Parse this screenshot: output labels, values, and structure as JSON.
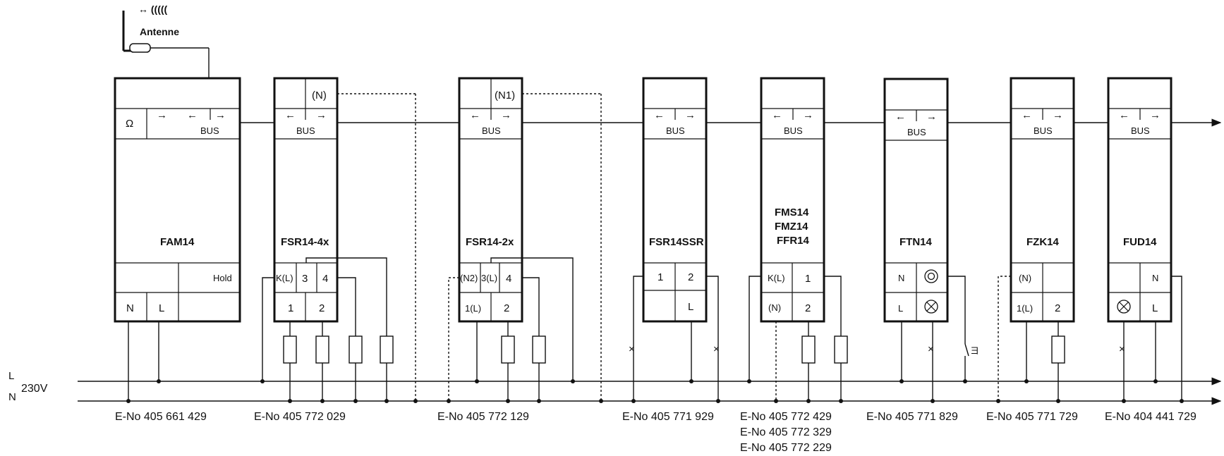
{
  "antenna": {
    "label": "Antenne",
    "signal": "↔ ((((("
  },
  "supply": {
    "L": "L",
    "N": "N",
    "voltage": "230V"
  },
  "modules": [
    {
      "id": "fam14",
      "name": "FAM14",
      "top": [
        "Ω",
        "→",
        "←",
        "→"
      ],
      "bus": "BUS",
      "hold": "Hold",
      "bottom": [
        "N",
        "L"
      ],
      "eno": "E-No 405 661 429"
    },
    {
      "id": "fsr14-4x",
      "name": "FSR14-4x",
      "top": "(N)",
      "bus": "BUS",
      "mid": [
        "K(L)",
        "3",
        "4"
      ],
      "bottom": [
        "1",
        "2"
      ],
      "eno": "E-No 405 772 029"
    },
    {
      "id": "fsr14-2x",
      "name": "FSR14-2x",
      "top": "(N1)",
      "bus": "BUS",
      "mid": [
        "(N2)",
        "3(L)",
        "4"
      ],
      "bottom": [
        "1(L)",
        "2"
      ],
      "eno": "E-No 405 772 129"
    },
    {
      "id": "fsr14ssr",
      "name": "FSR14SSR",
      "bus": "BUS",
      "mid": [
        "1",
        "2"
      ],
      "bottom": [
        "L"
      ],
      "eno": "E-No 405 771 929"
    },
    {
      "id": "fms14",
      "name": [
        "FMS14",
        "FMZ14",
        "FFR14"
      ],
      "bus": "BUS",
      "mid": [
        "K(L)",
        "1"
      ],
      "bottom": [
        "(N)",
        "2"
      ],
      "eno": [
        "E-No 405 772 429",
        "E-No 405 772 329",
        "E-No 405 772 229"
      ]
    },
    {
      "id": "ftn14",
      "name": "FTN14",
      "bus": "BUS",
      "mid": [
        "N"
      ],
      "bottom": [
        "L"
      ],
      "eno": "E-No 405 771 829"
    },
    {
      "id": "fzk14",
      "name": "FZK14",
      "bus": "BUS",
      "mid": [
        "(N)"
      ],
      "bottom": [
        "1(L)",
        "2"
      ],
      "eno": "E-No 405 771 729"
    },
    {
      "id": "fud14",
      "name": "FUD14",
      "bus": "BUS",
      "mid": [
        "N"
      ],
      "bottom": [
        "L"
      ],
      "eno": "E-No 404 441 729"
    }
  ]
}
